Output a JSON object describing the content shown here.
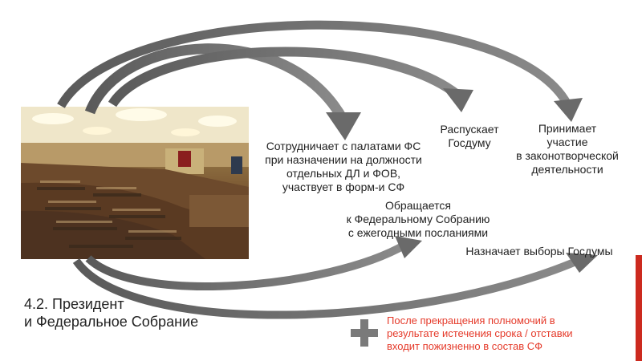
{
  "slide_title": {
    "line1": "4.2. Президент",
    "line2": "и Федеральное Собрание"
  },
  "labels": {
    "cooperates": [
      "Сотрудничает с палатами ФС",
      "при назначении на должности",
      "отдельных ДЛ и ФОВ,",
      "участвует в форм-и СФ"
    ],
    "dissolves": [
      "Распускает",
      "Госдуму"
    ],
    "participates": [
      "Принимает",
      "участие",
      "в законотворческой",
      "деятельности"
    ],
    "addresses": [
      "Обращается",
      "к Федеральному Собранию",
      "с ежегодными посланиями"
    ],
    "elections": "Назначает выборы Госдумы"
  },
  "note": [
    "После прекращения полномочий в",
    "результате истечения срока / отставки",
    "входит пожизненно в состав СФ"
  ],
  "colors": {
    "accent": "#cc2a1f",
    "note_text": "#e53a2a",
    "arrow": "#555555",
    "plus_icon": "#7a7a7a"
  },
  "icons": [
    "arrow-icon",
    "plus-icon"
  ]
}
